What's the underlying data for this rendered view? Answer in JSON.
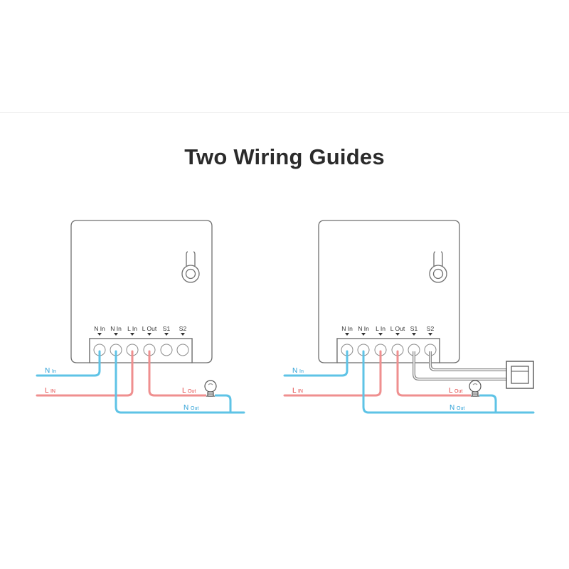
{
  "title": "Two Wiring Guides",
  "colors": {
    "live": "#ef8f8f",
    "neutral": "#5ec3e6",
    "switch_wire": "#8a8a8a",
    "device_border": "#6f6f6f",
    "live_text": "#e44848",
    "neutral_text": "#2a9fd6"
  },
  "diagrams": [
    {
      "terminals": [
        "N In",
        "N In",
        "L In",
        "L Out",
        "S1",
        "S2"
      ],
      "wire_labels": {
        "n_in": {
          "main": "N",
          "sub": "In"
        },
        "l_in": {
          "main": "L",
          "sub": "IN"
        },
        "l_out": {
          "main": "L",
          "sub": "Out"
        },
        "n_out": {
          "main": "N",
          "sub": "Out"
        }
      },
      "icons": [
        "hook-icon",
        "bulb-icon"
      ]
    },
    {
      "terminals": [
        "N In",
        "N In",
        "L In",
        "L Out",
        "S1",
        "S2"
      ],
      "wire_labels": {
        "n_in": {
          "main": "N",
          "sub": "In"
        },
        "l_in": {
          "main": "L",
          "sub": "IN"
        },
        "l_out": {
          "main": "L",
          "sub": "Out"
        },
        "n_out": {
          "main": "N",
          "sub": "Out"
        }
      },
      "icons": [
        "hook-icon",
        "bulb-icon",
        "wall-switch-icon"
      ]
    }
  ]
}
